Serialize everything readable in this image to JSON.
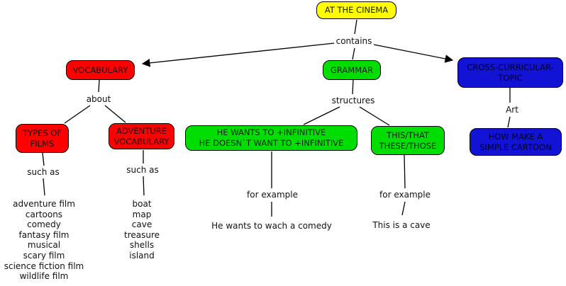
{
  "diagram": {
    "title_node": "AT THE CINEMA",
    "links": {
      "contains": "contains",
      "about": "about",
      "structures": "structures",
      "art": "Art",
      "such_as_left": "such as",
      "such_as_right": "such as",
      "for_example_left": "for example",
      "for_example_right": "for example"
    },
    "nodes": {
      "vocabulary": "VOCABULARY",
      "grammar": "GRAMMAR",
      "cross_curricular_topic": "CROSS-CURRICULAR-\nTOPIC",
      "types_of_films": "TYPES OF\nFILMS",
      "adventure_vocabulary": "ADVENTURE\nVOCABULARY",
      "he_wants": "HE WANTS TO +INFINITIVE\nHE DOESN`T WANT TO +INFINITIVE",
      "this_that": "THIS/THAT\nTHESE/THOSE",
      "how_make": "HOW MAKE A\nSIMPLE CARTOON"
    },
    "film_types": [
      "adventure film",
      "cartoons",
      "comedy",
      "fantasy film",
      "musical",
      "scary film",
      "science fiction film",
      "wildlife film"
    ],
    "adventure_words": [
      "boat",
      "map",
      "cave",
      "treasure",
      "shells",
      "island"
    ],
    "examples": {
      "he_wants_example": "He wants to wach a comedy",
      "this_that_example": "This is a cave"
    },
    "colors": {
      "root_fill": "#ffff00",
      "vocabulary_fill": "#ff0000",
      "grammar_fill": "#00dd00",
      "topic_fill": "#1313d5",
      "line_color": "#000000",
      "background": "#ffffff"
    }
  }
}
